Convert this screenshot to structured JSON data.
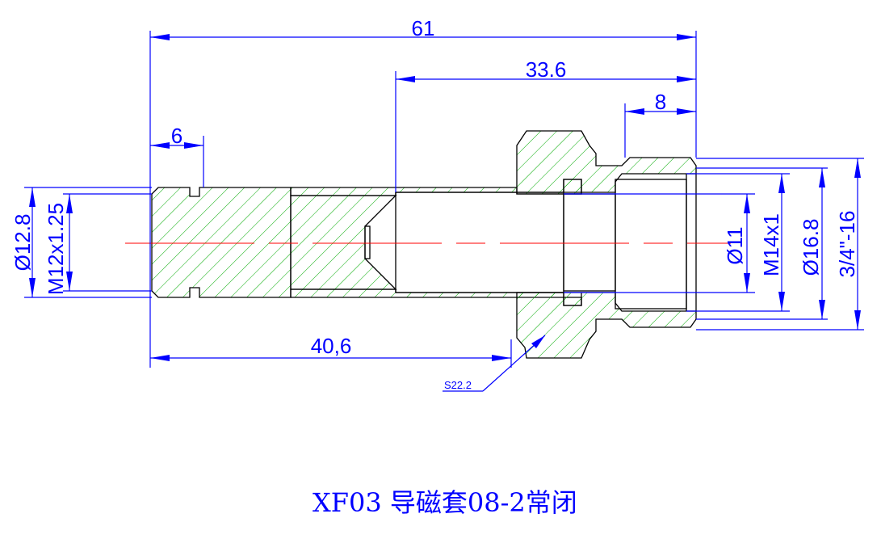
{
  "dimensions": {
    "overall_length": "61",
    "length_33_6": "33.6",
    "length_8": "8",
    "length_6": "6",
    "length_40_6": "40,6",
    "dia_12_8": "Ø12.8",
    "thread_m12": "M12x1.25",
    "dia_11": "Ø11",
    "thread_m14": "M14x1",
    "dia_16_8": "Ø16.8",
    "thread_3_4": "3/4\"-16",
    "hex_s22": "S22.2"
  },
  "title": "XF03 导磁套08-2常闭",
  "colors": {
    "dimension": "#0000ff",
    "hatch": "#00aa00",
    "center_line": "#ff0000",
    "outline": "#000000"
  }
}
